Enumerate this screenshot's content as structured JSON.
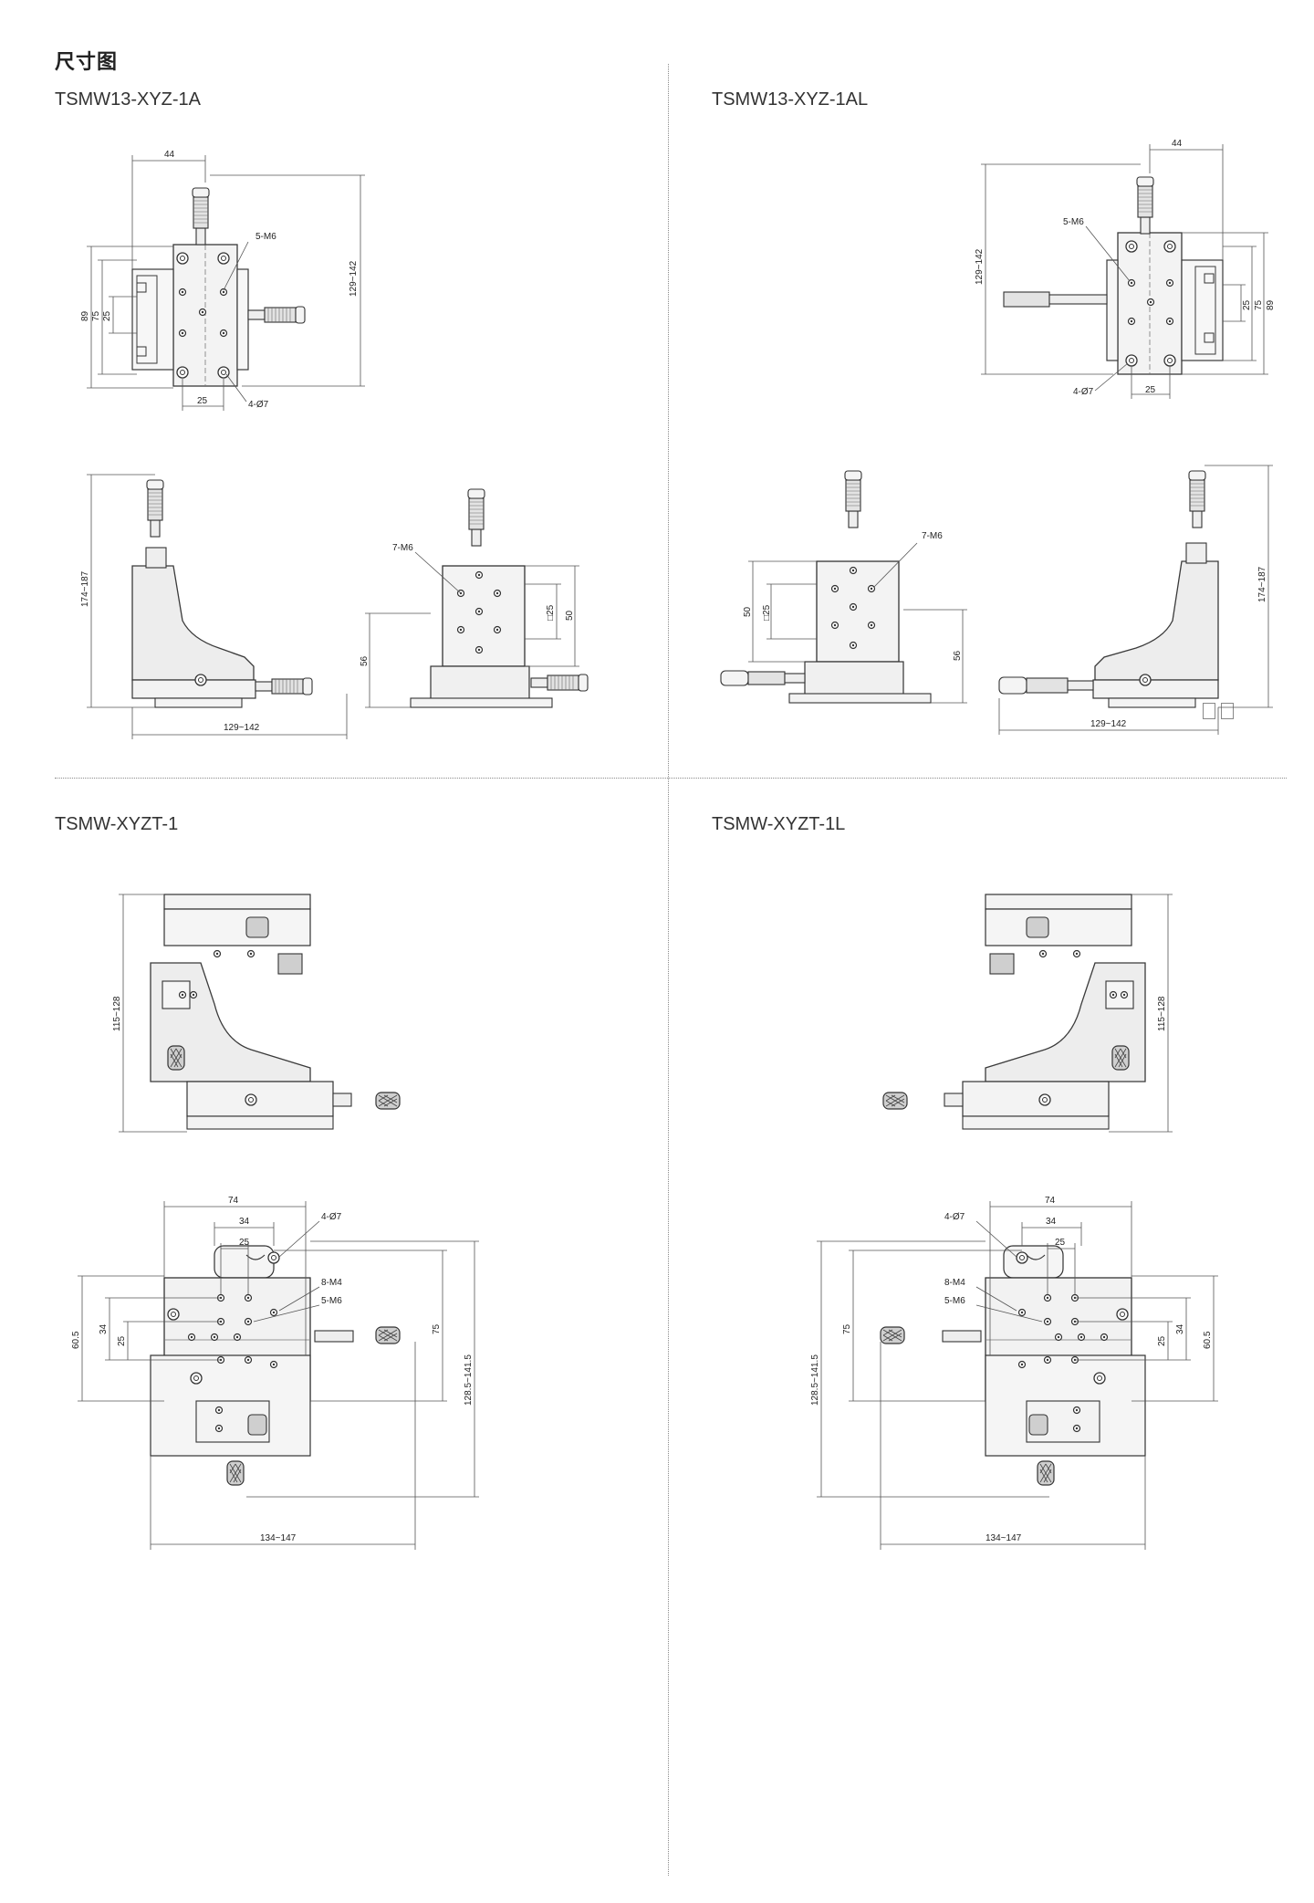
{
  "page_title": "尺寸图",
  "models": {
    "a": "TSMW13-XYZ-1A",
    "al": "TSMW13-XYZ-1AL",
    "t": "TSMW-XYZT-1",
    "tl": "TSMW-XYZT-1L"
  },
  "dims_a_top": {
    "w44": "44",
    "h129_142": "129~142",
    "m6_5": "5-M6",
    "h89": "89",
    "h75": "75",
    "h25": "25",
    "w25": "25",
    "d7_4": "4-Ø7"
  },
  "dims_a_side": {
    "h174_187": "174~187",
    "w129_142": "129~142"
  },
  "dims_a_front": {
    "m6_7": "7-M6",
    "sq25": "□25",
    "h50": "50",
    "h56": "56"
  },
  "dims_al_top": {
    "w44": "44",
    "h129_142": "129~142",
    "m6_5": "5-M6",
    "h89": "89",
    "h75": "75",
    "h25": "25",
    "w25": "25",
    "d7_4": "4-Ø7"
  },
  "dims_al_front": {
    "m6_7": "7-M6",
    "sq25": "□25",
    "h50": "50",
    "h56": "56"
  },
  "dims_al_side": {
    "h174_187": "174~187",
    "w129_142": "129~142"
  },
  "dims_t_side": {
    "h115_128": "115~128"
  },
  "dims_t_top": {
    "w74": "74",
    "w34": "34",
    "w25": "25",
    "d7_4": "4-Ø7",
    "m4_8": "8-M4",
    "m6_5": "5-M6",
    "h60_5": "60.5",
    "h34": "34",
    "h25": "25",
    "h75": "75",
    "h128_5": "128.5~141.5",
    "w134_147": "134~147"
  },
  "dims_tl_side": {
    "h115_128": "115~128"
  },
  "dims_tl_top": {
    "w74": "74",
    "w34": "34",
    "w25": "25",
    "d7_4": "4-Ø7",
    "m4_8": "8-M4",
    "m6_5": "5-M6",
    "h60_5": "60.5",
    "h34": "34",
    "h25": "25",
    "h75": "75",
    "h128_5": "128.5~141.5",
    "w134_147": "134~147"
  },
  "colors": {
    "line": "#3a3a3a",
    "dim": "#555555",
    "fill": "#ececec",
    "divider": "#8a8a8a"
  }
}
